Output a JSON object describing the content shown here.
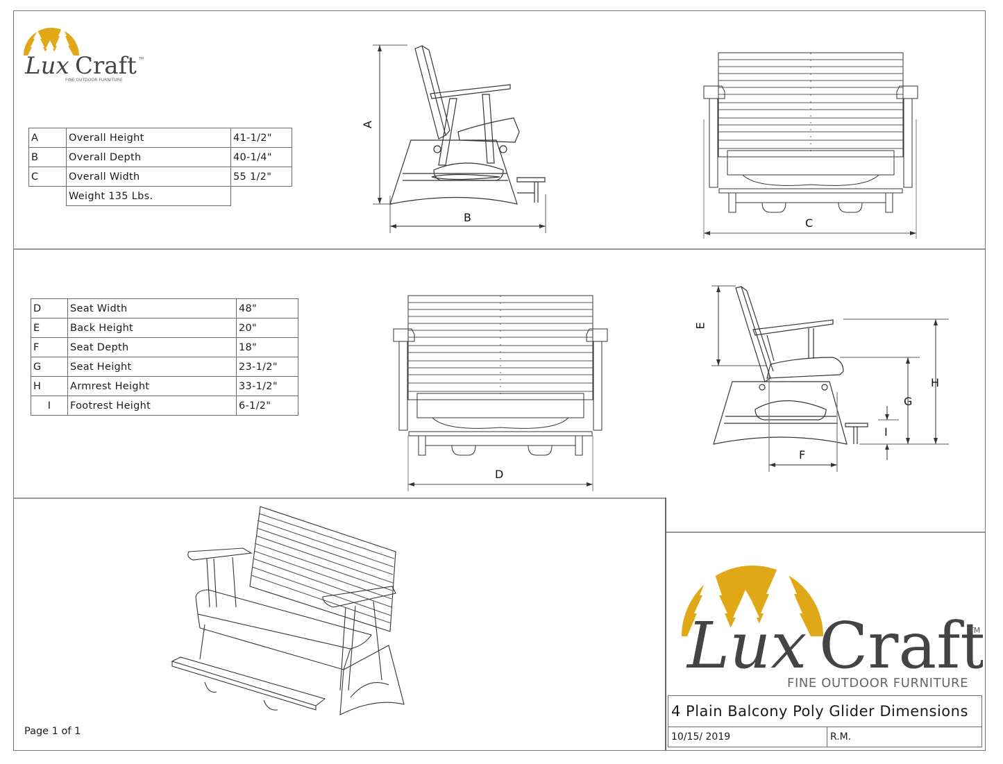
{
  "document": {
    "title": "4 Plain Balcony Poly Glider Dimensions",
    "date": "10/15/ 2019",
    "author": "R.M.",
    "page_label": "Page 1 of 1"
  },
  "brand": {
    "name_part1": "Lux",
    "name_part2": "Craft",
    "trademark": "TM",
    "tagline": "FINE OUTDOOR FURNITURE",
    "colors": {
      "sun": "#e0a816",
      "text": "#444444"
    }
  },
  "overall_dimensions": {
    "rows": [
      {
        "key": "A",
        "label": "Overall Height",
        "value": "41-1/2\""
      },
      {
        "key": "B",
        "label": "Overall Depth",
        "value": "40-1/4\""
      },
      {
        "key": "C",
        "label": "Overall Width",
        "value": "55 1/2\""
      }
    ],
    "weight": "Weight 135 Lbs."
  },
  "detail_dimensions": {
    "rows": [
      {
        "key": "D",
        "label": "Seat Width",
        "value": "48\""
      },
      {
        "key": "E",
        "label": "Back Height",
        "value": "20\""
      },
      {
        "key": "F",
        "label": "Seat Depth",
        "value": "18\""
      },
      {
        "key": "G",
        "label": "Seat Height",
        "value": "23-1/2\""
      },
      {
        "key": "H",
        "label": "Armrest Height",
        "value": "33-1/2\""
      },
      {
        "key": "I",
        "label": "Footrest Height",
        "value": "6-1/2\""
      }
    ]
  },
  "drawings": {
    "side_view_top": {
      "labels": {
        "height": "A",
        "depth": "B"
      }
    },
    "front_view_top": {
      "labels": {
        "width": "C"
      }
    },
    "front_view_mid": {
      "labels": {
        "seat_width": "D"
      }
    },
    "side_view_mid": {
      "labels": {
        "back_height": "E",
        "seat_depth": "F",
        "seat_height": "G",
        "armrest_height": "H",
        "footrest_height": "I"
      }
    },
    "isometric_view": {}
  }
}
